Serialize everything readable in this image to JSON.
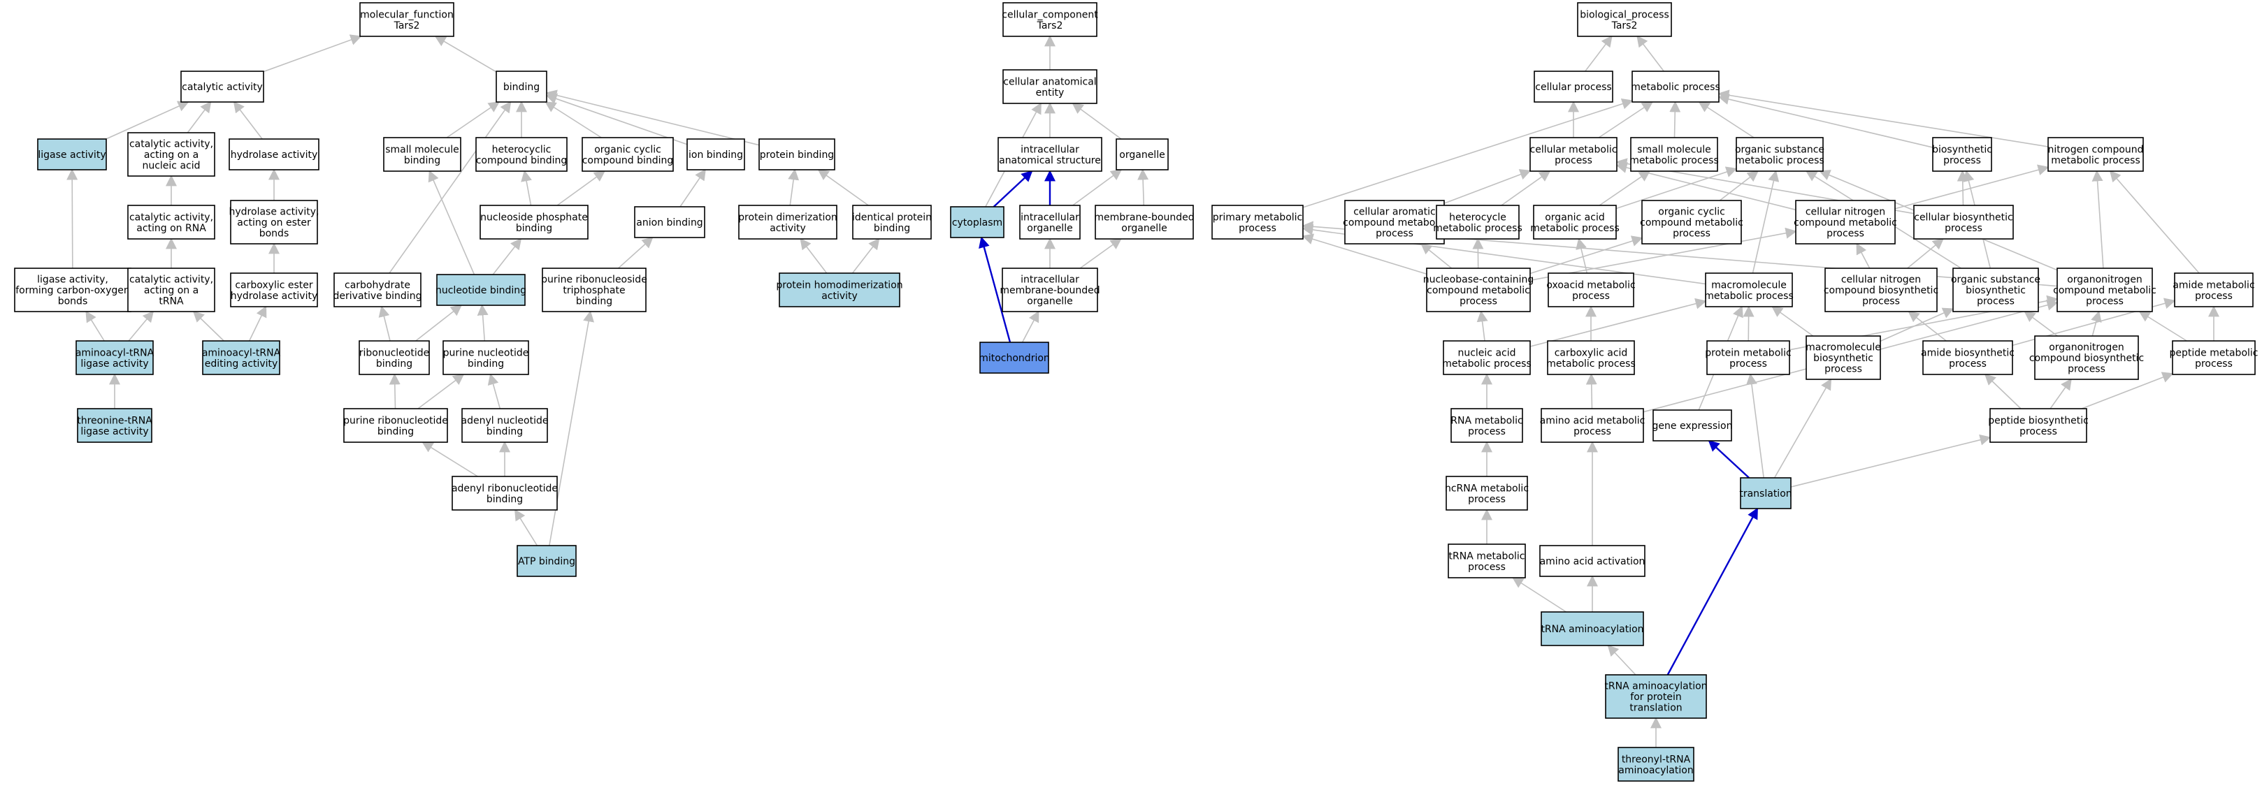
{
  "colors": {
    "node_default": "#ffffff",
    "node_annotated": "#add8e6",
    "node_highlight": "#6495ed",
    "edge_default": "#c0c0c0",
    "edge_highlight": "#0000cd"
  },
  "nodes": [
    {
      "id": "mf",
      "label": [
        "molecular_function",
        "Tars2"
      ],
      "fill": "node_default"
    },
    {
      "id": "catalytic",
      "label": [
        "catalytic activity"
      ],
      "fill": "node_default"
    },
    {
      "id": "binding",
      "label": [
        "binding"
      ],
      "fill": "node_default"
    },
    {
      "id": "ligase",
      "label": [
        "ligase activity"
      ],
      "fill": "node_annotated"
    },
    {
      "id": "cat_nucleic",
      "label": [
        "catalytic activity,",
        "acting on a",
        "nucleic acid"
      ],
      "fill": "node_default"
    },
    {
      "id": "hydrolase",
      "label": [
        "hydrolase activity"
      ],
      "fill": "node_default"
    },
    {
      "id": "small_mol_bind",
      "label": [
        "small molecule",
        "binding"
      ],
      "fill": "node_default"
    },
    {
      "id": "heterocyclic_bind",
      "label": [
        "heterocyclic",
        "compound binding"
      ],
      "fill": "node_default"
    },
    {
      "id": "org_cyclic_bind",
      "label": [
        "organic cyclic",
        "compound binding"
      ],
      "fill": "node_default"
    },
    {
      "id": "ion_bind",
      "label": [
        "ion binding"
      ],
      "fill": "node_default"
    },
    {
      "id": "protein_bind",
      "label": [
        "protein binding"
      ],
      "fill": "node_default"
    },
    {
      "id": "cat_rna",
      "label": [
        "catalytic activity,",
        "acting on RNA"
      ],
      "fill": "node_default"
    },
    {
      "id": "hydro_ester",
      "label": [
        "hydrolase activity,",
        "acting on ester",
        "bonds"
      ],
      "fill": "node_default"
    },
    {
      "id": "nuc_phos_bind",
      "label": [
        "nucleoside phosphate",
        "binding"
      ],
      "fill": "node_default"
    },
    {
      "id": "anion_bind",
      "label": [
        "anion binding"
      ],
      "fill": "node_default"
    },
    {
      "id": "prot_dimer",
      "label": [
        "protein dimerization",
        "activity"
      ],
      "fill": "node_default"
    },
    {
      "id": "ident_prot",
      "label": [
        "identical protein",
        "binding"
      ],
      "fill": "node_default"
    },
    {
      "id": "ligase_co",
      "label": [
        "ligase activity,",
        "forming carbon-oxygen",
        "bonds"
      ],
      "fill": "node_default"
    },
    {
      "id": "cat_trna",
      "label": [
        "catalytic activity,",
        "acting on a",
        "tRNA"
      ],
      "fill": "node_default"
    },
    {
      "id": "carbox_ester",
      "label": [
        "carboxylic ester",
        "hydrolase activity"
      ],
      "fill": "node_default"
    },
    {
      "id": "carb_deriv",
      "label": [
        "carbohydrate",
        "derivative binding"
      ],
      "fill": "node_default"
    },
    {
      "id": "nucleotide_bind",
      "label": [
        "nucleotide binding"
      ],
      "fill": "node_annotated"
    },
    {
      "id": "purine_rnt",
      "label": [
        "purine ribonucleoside",
        "triphosphate",
        "binding"
      ],
      "fill": "node_default"
    },
    {
      "id": "prot_homodimer",
      "label": [
        "protein homodimerization",
        "activity"
      ],
      "fill": "node_annotated"
    },
    {
      "id": "aa_trna_ligase",
      "label": [
        "aminoacyl-tRNA",
        "ligase activity"
      ],
      "fill": "node_annotated"
    },
    {
      "id": "aa_trna_edit",
      "label": [
        "aminoacyl-tRNA",
        "editing activity"
      ],
      "fill": "node_annotated"
    },
    {
      "id": "ribonucleotide",
      "label": [
        "ribonucleotide",
        "binding"
      ],
      "fill": "node_default"
    },
    {
      "id": "purine_nuc",
      "label": [
        "purine nucleotide",
        "binding"
      ],
      "fill": "node_default"
    },
    {
      "id": "thr_trna_ligase",
      "label": [
        "threonine-tRNA",
        "ligase activity"
      ],
      "fill": "node_annotated"
    },
    {
      "id": "purine_ribonuc",
      "label": [
        "purine ribonucleotide",
        "binding"
      ],
      "fill": "node_default"
    },
    {
      "id": "adenyl_nuc",
      "label": [
        "adenyl nucleotide",
        "binding"
      ],
      "fill": "node_default"
    },
    {
      "id": "adenyl_ribonuc",
      "label": [
        "adenyl ribonucleotide",
        "binding"
      ],
      "fill": "node_default"
    },
    {
      "id": "atp_bind",
      "label": [
        "ATP binding"
      ],
      "fill": "node_annotated"
    },
    {
      "id": "cc",
      "label": [
        "cellular_component",
        "Tars2"
      ],
      "fill": "node_default"
    },
    {
      "id": "cell_anat",
      "label": [
        "cellular anatomical",
        "entity"
      ],
      "fill": "node_default"
    },
    {
      "id": "intra_anat",
      "label": [
        "intracellular",
        "anatomical structure"
      ],
      "fill": "node_default"
    },
    {
      "id": "organelle",
      "label": [
        "organelle"
      ],
      "fill": "node_default"
    },
    {
      "id": "cytoplasm",
      "label": [
        "cytoplasm"
      ],
      "fill": "node_annotated"
    },
    {
      "id": "intra_org",
      "label": [
        "intracellular",
        "organelle"
      ],
      "fill": "node_default"
    },
    {
      "id": "mem_org",
      "label": [
        "membrane-bounded",
        "organelle"
      ],
      "fill": "node_default"
    },
    {
      "id": "intra_mem_org",
      "label": [
        "intracellular",
        "membrane-bounded",
        "organelle"
      ],
      "fill": "node_default"
    },
    {
      "id": "mito",
      "label": [
        "mitochondrion"
      ],
      "fill": "node_highlight"
    },
    {
      "id": "bp",
      "label": [
        "biological_process",
        "Tars2"
      ],
      "fill": "node_default"
    },
    {
      "id": "cell_proc",
      "label": [
        "cellular process"
      ],
      "fill": "node_default"
    },
    {
      "id": "met_proc",
      "label": [
        "metabolic process"
      ],
      "fill": "node_default"
    },
    {
      "id": "cell_met",
      "label": [
        "cellular metabolic",
        "process"
      ],
      "fill": "node_default"
    },
    {
      "id": "small_mol_met",
      "label": [
        "small molecule",
        "metabolic process"
      ],
      "fill": "node_default"
    },
    {
      "id": "org_sub_met",
      "label": [
        "organic substance",
        "metabolic process"
      ],
      "fill": "node_default"
    },
    {
      "id": "biosyn",
      "label": [
        "biosynthetic",
        "process"
      ],
      "fill": "node_default"
    },
    {
      "id": "nitro_met",
      "label": [
        "nitrogen compound",
        "metabolic process"
      ],
      "fill": "node_default"
    },
    {
      "id": "primary_met",
      "label": [
        "primary metabolic",
        "process"
      ],
      "fill": "node_default"
    },
    {
      "id": "cell_arom",
      "label": [
        "cellular aromatic",
        "compound metabolic",
        "process"
      ],
      "fill": "node_default"
    },
    {
      "id": "hetero_met",
      "label": [
        "heterocycle",
        "metabolic process"
      ],
      "fill": "node_default"
    },
    {
      "id": "org_acid_met",
      "label": [
        "organic acid",
        "metabolic process"
      ],
      "fill": "node_default"
    },
    {
      "id": "org_cyc_met",
      "label": [
        "organic cyclic",
        "compound metabolic",
        "process"
      ],
      "fill": "node_default"
    },
    {
      "id": "cell_nitro_met",
      "label": [
        "cellular nitrogen",
        "compound metabolic",
        "process"
      ],
      "fill": "node_default"
    },
    {
      "id": "cell_biosyn",
      "label": [
        "cellular biosynthetic",
        "process"
      ],
      "fill": "node_default"
    },
    {
      "id": "nucbase_met",
      "label": [
        "nucleobase-containing",
        "compound metabolic",
        "process"
      ],
      "fill": "node_default"
    },
    {
      "id": "oxoacid_met",
      "label": [
        "oxoacid metabolic",
        "process"
      ],
      "fill": "node_default"
    },
    {
      "id": "macromol_met",
      "label": [
        "macromolecule",
        "metabolic process"
      ],
      "fill": "node_default"
    },
    {
      "id": "cell_nitro_bio",
      "label": [
        "cellular nitrogen",
        "compound biosynthetic",
        "process"
      ],
      "fill": "node_default"
    },
    {
      "id": "org_sub_bio",
      "label": [
        "organic substance",
        "biosynthetic",
        "process"
      ],
      "fill": "node_default"
    },
    {
      "id": "organonitro_met",
      "label": [
        "organonitrogen",
        "compound metabolic",
        "process"
      ],
      "fill": "node_default"
    },
    {
      "id": "amide_met",
      "label": [
        "amide metabolic",
        "process"
      ],
      "fill": "node_default"
    },
    {
      "id": "nuc_acid_met",
      "label": [
        "nucleic acid",
        "metabolic process"
      ],
      "fill": "node_default"
    },
    {
      "id": "carbox_met",
      "label": [
        "carboxylic acid",
        "metabolic process"
      ],
      "fill": "node_default"
    },
    {
      "id": "prot_met",
      "label": [
        "protein metabolic",
        "process"
      ],
      "fill": "node_default"
    },
    {
      "id": "macro_bio",
      "label": [
        "macromolecule",
        "biosynthetic",
        "process"
      ],
      "fill": "node_default"
    },
    {
      "id": "amide_bio",
      "label": [
        "amide biosynthetic",
        "process"
      ],
      "fill": "node_default"
    },
    {
      "id": "organonitro_bio",
      "label": [
        "organonitrogen",
        "compound biosynthetic",
        "process"
      ],
      "fill": "node_default"
    },
    {
      "id": "peptide_met",
      "label": [
        "peptide metabolic",
        "process"
      ],
      "fill": "node_default"
    },
    {
      "id": "rna_met",
      "label": [
        "RNA metabolic",
        "process"
      ],
      "fill": "node_default"
    },
    {
      "id": "aa_met",
      "label": [
        "amino acid metabolic",
        "process"
      ],
      "fill": "node_default"
    },
    {
      "id": "gene_expr",
      "label": [
        "gene expression"
      ],
      "fill": "node_default"
    },
    {
      "id": "peptide_bio",
      "label": [
        "peptide biosynthetic",
        "process"
      ],
      "fill": "node_default"
    },
    {
      "id": "ncrna_met",
      "label": [
        "ncRNA metabolic",
        "process"
      ],
      "fill": "node_default"
    },
    {
      "id": "translation",
      "label": [
        "translation"
      ],
      "fill": "node_annotated"
    },
    {
      "id": "trna_met",
      "label": [
        "tRNA metabolic",
        "process"
      ],
      "fill": "node_default"
    },
    {
      "id": "aa_activation",
      "label": [
        "amino acid activation"
      ],
      "fill": "node_default"
    },
    {
      "id": "trna_aa",
      "label": [
        "tRNA aminoacylation"
      ],
      "fill": "node_annotated"
    },
    {
      "id": "trna_aa_prot",
      "label": [
        "tRNA aminoacylation",
        "for protein",
        "translation"
      ],
      "fill": "node_annotated"
    },
    {
      "id": "threonyl",
      "label": [
        "threonyl-tRNA",
        "aminoacylation"
      ],
      "fill": "node_annotated"
    }
  ],
  "edges": [
    [
      "catalytic",
      "mf",
      "d"
    ],
    [
      "binding",
      "mf",
      "d"
    ],
    [
      "ligase",
      "catalytic",
      "d"
    ],
    [
      "cat_nucleic",
      "catalytic",
      "d"
    ],
    [
      "hydrolase",
      "catalytic",
      "d"
    ],
    [
      "small_mol_bind",
      "binding",
      "d"
    ],
    [
      "heterocyclic_bind",
      "binding",
      "d"
    ],
    [
      "org_cyclic_bind",
      "binding",
      "d"
    ],
    [
      "ion_bind",
      "binding",
      "d"
    ],
    [
      "protein_bind",
      "binding",
      "d"
    ],
    [
      "carb_deriv",
      "binding",
      "d"
    ],
    [
      "cat_rna",
      "cat_nucleic",
      "d"
    ],
    [
      "hydro_ester",
      "hydrolase",
      "d"
    ],
    [
      "nuc_phos_bind",
      "heterocyclic_bind",
      "d"
    ],
    [
      "nuc_phos_bind",
      "org_cyclic_bind",
      "d"
    ],
    [
      "anion_bind",
      "ion_bind",
      "d"
    ],
    [
      "prot_dimer",
      "protein_bind",
      "d"
    ],
    [
      "ident_prot",
      "protein_bind",
      "d"
    ],
    [
      "ligase_co",
      "ligase",
      "d"
    ],
    [
      "cat_trna",
      "cat_rna",
      "d"
    ],
    [
      "carbox_ester",
      "hydro_ester",
      "d"
    ],
    [
      "nucleotide_bind",
      "small_mol_bind",
      "d"
    ],
    [
      "nucleotide_bind",
      "nuc_phos_bind",
      "d"
    ],
    [
      "purine_rnt",
      "anion_bind",
      "d"
    ],
    [
      "prot_homodimer",
      "prot_dimer",
      "d"
    ],
    [
      "prot_homodimer",
      "ident_prot",
      "d"
    ],
    [
      "aa_trna_ligase",
      "ligase_co",
      "d"
    ],
    [
      "aa_trna_ligase",
      "cat_trna",
      "d"
    ],
    [
      "aa_trna_edit",
      "cat_trna",
      "d"
    ],
    [
      "aa_trna_edit",
      "carbox_ester",
      "d"
    ],
    [
      "ribonucleotide",
      "carb_deriv",
      "d"
    ],
    [
      "ribonucleotide",
      "nucleotide_bind",
      "d"
    ],
    [
      "purine_nuc",
      "nucleotide_bind",
      "d"
    ],
    [
      "thr_trna_ligase",
      "aa_trna_ligase",
      "d"
    ],
    [
      "purine_ribonuc",
      "ribonucleotide",
      "d"
    ],
    [
      "purine_ribonuc",
      "purine_nuc",
      "d"
    ],
    [
      "adenyl_nuc",
      "purine_nuc",
      "d"
    ],
    [
      "adenyl_ribonuc",
      "purine_ribonuc",
      "d"
    ],
    [
      "adenyl_ribonuc",
      "adenyl_nuc",
      "d"
    ],
    [
      "atp_bind",
      "adenyl_ribonuc",
      "d"
    ],
    [
      "atp_bind",
      "purine_rnt",
      "d"
    ],
    [
      "cell_anat",
      "cc",
      "d"
    ],
    [
      "intra_anat",
      "cell_anat",
      "d"
    ],
    [
      "organelle",
      "cell_anat",
      "d"
    ],
    [
      "cytoplasm",
      "cell_anat",
      "d"
    ],
    [
      "cytoplasm",
      "intra_anat",
      "h"
    ],
    [
      "intra_org",
      "intra_anat",
      "h"
    ],
    [
      "intra_org",
      "organelle",
      "d"
    ],
    [
      "mem_org",
      "organelle",
      "d"
    ],
    [
      "intra_mem_org",
      "intra_org",
      "d"
    ],
    [
      "intra_mem_org",
      "mem_org",
      "d"
    ],
    [
      "mito",
      "cytoplasm",
      "h"
    ],
    [
      "mito",
      "intra_mem_org",
      "d"
    ],
    [
      "cell_proc",
      "bp",
      "d"
    ],
    [
      "met_proc",
      "bp",
      "d"
    ],
    [
      "cell_met",
      "cell_proc",
      "d"
    ],
    [
      "cell_met",
      "met_proc",
      "d"
    ],
    [
      "small_mol_met",
      "met_proc",
      "d"
    ],
    [
      "org_sub_met",
      "met_proc",
      "d"
    ],
    [
      "biosyn",
      "met_proc",
      "d"
    ],
    [
      "nitro_met",
      "met_proc",
      "d"
    ],
    [
      "primary_met",
      "met_proc",
      "d"
    ],
    [
      "cell_arom",
      "cell_met",
      "d"
    ],
    [
      "hetero_met",
      "cell_met",
      "d"
    ],
    [
      "org_acid_met",
      "small_mol_met",
      "d"
    ],
    [
      "org_acid_met",
      "org_sub_met",
      "d"
    ],
    [
      "org_cyc_met",
      "org_sub_met",
      "d"
    ],
    [
      "cell_nitro_met",
      "cell_met",
      "d"
    ],
    [
      "cell_nitro_met",
      "nitro_met",
      "d"
    ],
    [
      "cell_biosyn",
      "cell_met",
      "d"
    ],
    [
      "cell_biosyn",
      "biosyn",
      "d"
    ],
    [
      "nucbase_met",
      "cell_arom",
      "d"
    ],
    [
      "nucbase_met",
      "hetero_met",
      "d"
    ],
    [
      "nucbase_met",
      "org_cyc_met",
      "d"
    ],
    [
      "nucbase_met",
      "cell_nitro_met",
      "d"
    ],
    [
      "nucbase_met",
      "primary_met",
      "d"
    ],
    [
      "oxoacid_met",
      "org_acid_met",
      "d"
    ],
    [
      "macromol_met",
      "org_sub_met",
      "d"
    ],
    [
      "macromol_met",
      "primary_met",
      "d"
    ],
    [
      "cell_nitro_bio",
      "cell_nitro_met",
      "d"
    ],
    [
      "cell_nitro_bio",
      "cell_biosyn",
      "d"
    ],
    [
      "org_sub_bio",
      "org_sub_met",
      "d"
    ],
    [
      "org_sub_bio",
      "biosyn",
      "d"
    ],
    [
      "organonitro_met",
      "nitro_met",
      "d"
    ],
    [
      "organonitro_met",
      "org_sub_met",
      "d"
    ],
    [
      "organonitro_met",
      "primary_met",
      "d"
    ],
    [
      "amide_met",
      "nitro_met",
      "d"
    ],
    [
      "nuc_acid_met",
      "nucbase_met",
      "d"
    ],
    [
      "nuc_acid_met",
      "macromol_met",
      "d"
    ],
    [
      "carbox_met",
      "oxoacid_met",
      "d"
    ],
    [
      "prot_met",
      "macromol_met",
      "d"
    ],
    [
      "prot_met",
      "organonitro_met",
      "d"
    ],
    [
      "macro_bio",
      "macromol_met",
      "d"
    ],
    [
      "macro_bio",
      "org_sub_bio",
      "d"
    ],
    [
      "amide_bio",
      "amide_met",
      "d"
    ],
    [
      "amide_bio",
      "cell_nitro_bio",
      "d"
    ],
    [
      "organonitro_bio",
      "organonitro_met",
      "d"
    ],
    [
      "organonitro_bio",
      "org_sub_bio",
      "d"
    ],
    [
      "peptide_met",
      "amide_met",
      "d"
    ],
    [
      "peptide_met",
      "organonitro_met",
      "d"
    ],
    [
      "rna_met",
      "nuc_acid_met",
      "d"
    ],
    [
      "aa_met",
      "carbox_met",
      "d"
    ],
    [
      "aa_met",
      "organonitro_met",
      "d"
    ],
    [
      "gene_expr",
      "macromol_met",
      "d"
    ],
    [
      "peptide_bio",
      "amide_bio",
      "d"
    ],
    [
      "peptide_bio",
      "organonitro_bio",
      "d"
    ],
    [
      "peptide_bio",
      "peptide_met",
      "d"
    ],
    [
      "ncrna_met",
      "rna_met",
      "d"
    ],
    [
      "translation",
      "gene_expr",
      "h"
    ],
    [
      "translation",
      "prot_met",
      "d"
    ],
    [
      "translation",
      "macro_bio",
      "d"
    ],
    [
      "translation",
      "peptide_bio",
      "d"
    ],
    [
      "trna_met",
      "ncrna_met",
      "d"
    ],
    [
      "aa_activation",
      "aa_met",
      "d"
    ],
    [
      "trna_aa",
      "trna_met",
      "d"
    ],
    [
      "trna_aa",
      "aa_activation",
      "d"
    ],
    [
      "trna_aa_prot",
      "trna_aa",
      "d"
    ],
    [
      "trna_aa_prot",
      "translation",
      "h"
    ],
    [
      "threonyl",
      "trna_aa_prot",
      "d"
    ]
  ]
}
